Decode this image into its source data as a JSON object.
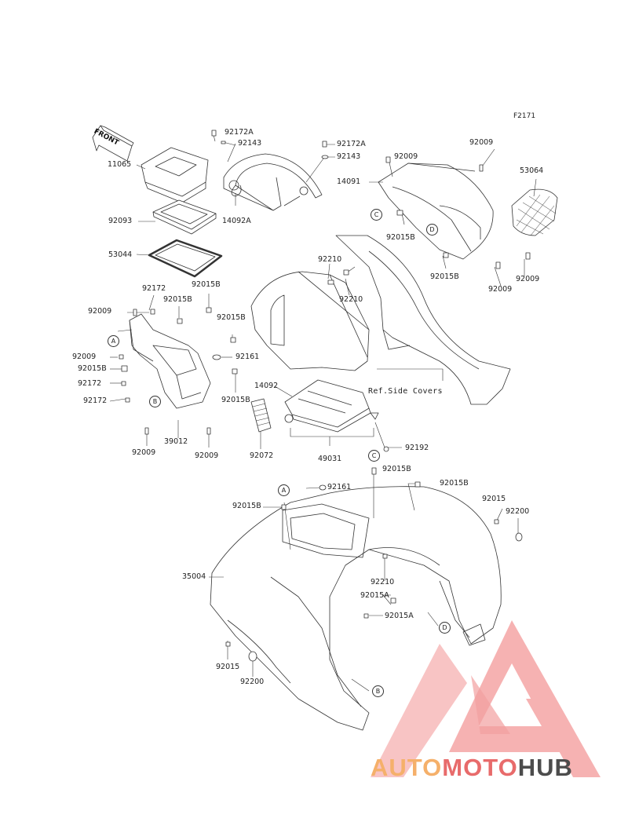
{
  "figure_code": "F2171",
  "front_label": "FRONT",
  "ref_note": "Ref.Side Covers",
  "brand": {
    "part1": "AUTO",
    "part2": "MOTO",
    "part3": "HUB"
  },
  "callouts": {
    "a": "A",
    "b": "B",
    "c": "C",
    "d": "D"
  },
  "parts": {
    "p11065": "11065",
    "p92093": "92093",
    "p53044": "53044",
    "p92172a_1": "92172A",
    "p92143_1": "92143",
    "p92172a_2": "92172A",
    "p92143_2": "92143",
    "p14092a": "14092A",
    "p92009_t1": "92009",
    "p92009_t2": "92009",
    "p14091": "14091",
    "p53064": "53064",
    "p92015b_c": "92015B",
    "p92015b_d": "92015B",
    "p92009_r1": "92009",
    "p92009_r2": "92009",
    "p92210_1": "92210",
    "p92210_2": "92210",
    "p92172_1": "92172",
    "p92015b_1": "92015B",
    "p92015b_2": "92015B",
    "p92009_l1": "92009",
    "p92015b_3": "92015B",
    "p92009_l2": "92009",
    "p92015b_4": "92015B",
    "p92161_1": "92161",
    "p92172_2": "92172",
    "p92172_3": "92172",
    "p92015b_5": "92015B",
    "p14092": "14092",
    "p92009_b1": "92009",
    "p39012": "39012",
    "p92009_b2": "92009",
    "p92072": "92072",
    "p49031": "49031",
    "p92192": "92192",
    "p92015b_6": "92015B",
    "p92015b_7": "92015B",
    "p92015b_8": "92015B",
    "p92161_2": "92161",
    "p92015": "92015",
    "p92200": "92200",
    "p35004": "35004",
    "p92210_3": "92210",
    "p92015a_1": "92015A",
    "p92015a_2": "92015A",
    "p92015_2": "92015",
    "p92200_2": "92200"
  }
}
